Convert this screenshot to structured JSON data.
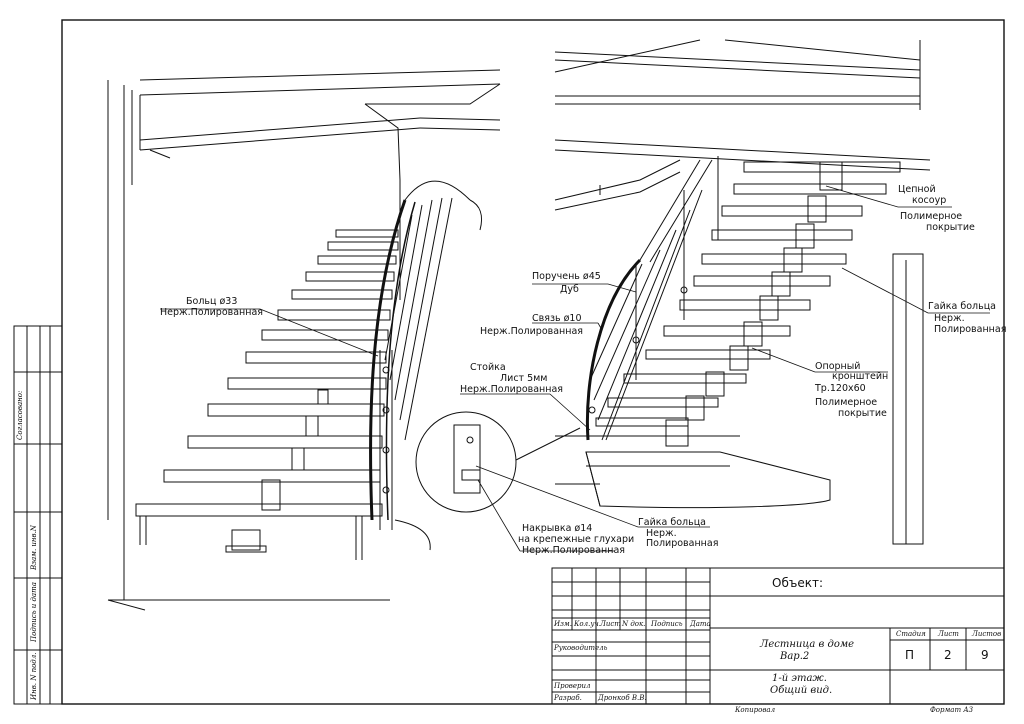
{
  "labels": {
    "bolt": [
      "Больц ø33",
      "Нерж.Полированная"
    ],
    "handrail": [
      "Поручень ø45",
      "Дуб"
    ],
    "tie": [
      "Связь ø10",
      "Нерж.Полированная"
    ],
    "post": [
      "Стойка",
      "Лист 5мм",
      "Нерж.Полированная"
    ],
    "cap": [
      "Накрывка ø14",
      "на крепежные глухари",
      "Нерж.Полированная"
    ],
    "nut_bottom": [
      "Гайка больца",
      "Нерж.",
      "Полированная"
    ],
    "chain_stringer": [
      "Цепной",
      "косоур",
      "Полимерное",
      "покрытие"
    ],
    "nut_right": [
      "Гайка больца",
      "Нерж.",
      "Полированная"
    ],
    "bracket": [
      "Опорный",
      "кронштейн",
      "Тр.120х60",
      "Полимерное",
      "покрытие"
    ]
  },
  "title_block": {
    "object_label": "Объект:",
    "col_headers": [
      "Изм.",
      "Кол.уч.",
      "Лист",
      "N док.",
      "Подпись",
      "Дата"
    ],
    "rows": [
      "Руководитель",
      "Проверил",
      "Разраб."
    ],
    "developer": "Дронкоб В.В.",
    "title": [
      "Лестница в доме",
      "Вар.2"
    ],
    "subtitle": [
      "1-й этаж.",
      "Общий вид."
    ],
    "stage_header": "Стадия",
    "sheet_header": "Лист",
    "sheets_header": "Листов",
    "stage": "П",
    "sheet": "2",
    "sheets": "9",
    "copied": "Копировал",
    "format": "Формат А3"
  },
  "side_stamp": [
    "Согласовано:",
    "Взам. инв.N",
    "Подпись и дата",
    "Инв. N подл."
  ]
}
